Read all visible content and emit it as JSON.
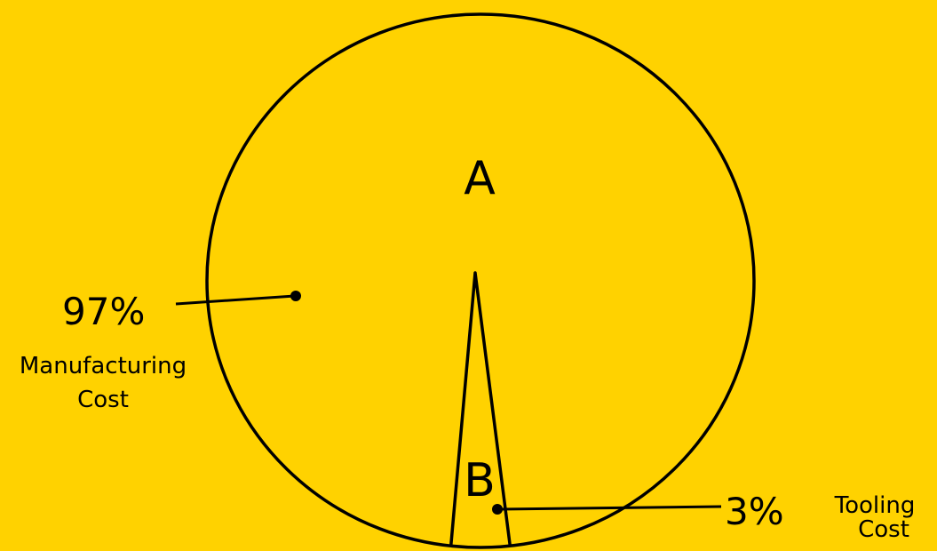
{
  "chart_data": {
    "type": "pie",
    "slices": [
      {
        "letter": "A",
        "percent_label": "97%",
        "caption_line1": "Manufacturing",
        "caption_line2": "Cost",
        "value": 97
      },
      {
        "letter": "B",
        "percent_label": "3%",
        "caption_line1": "Tooling",
        "caption_line2": "Cost",
        "value": 3
      }
    ]
  },
  "colors": {
    "background": "#FFD200",
    "ink": "#000000"
  }
}
